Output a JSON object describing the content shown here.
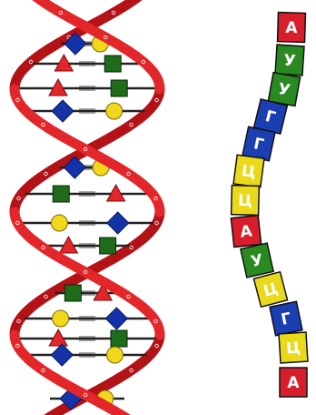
{
  "colors": {
    "backbone": "#e3262a",
    "backbone_dark": "#b31217",
    "rung": "#222222",
    "square": "#1e6b1a",
    "triangle": "#e3262a",
    "diamond": "#1433a8",
    "circle": "#f2d81a",
    "nucleotide_colors": {
      "А": "#d91e2b",
      "У": "#2a8a22",
      "Г": "#1b3fb3",
      "Ц": "#e9d91a"
    }
  },
  "dna_pairs": [
    {
      "left": "diamond",
      "right": "circle"
    },
    {
      "left": "triangle",
      "right": "square"
    },
    {
      "left": "triangle",
      "right": "square"
    },
    {
      "left": "diamond",
      "right": "circle"
    },
    {
      "left": "diamond",
      "right": "circle"
    },
    {
      "left": "square",
      "right": "triangle"
    },
    {
      "left": "circle",
      "right": "diamond"
    },
    {
      "left": "triangle",
      "right": "square"
    },
    {
      "left": "square",
      "right": "triangle"
    },
    {
      "left": "circle",
      "right": "diamond"
    },
    {
      "left": "triangle",
      "right": "square"
    },
    {
      "left": "diamond",
      "right": "circle"
    },
    {
      "left": "diamond",
      "right": "circle"
    }
  ],
  "rna_sequence": [
    "А",
    "У",
    "У",
    "Г",
    "Г",
    "Ц",
    "Ц",
    "А",
    "У",
    "Ц",
    "Г",
    "Ц",
    "А"
  ]
}
